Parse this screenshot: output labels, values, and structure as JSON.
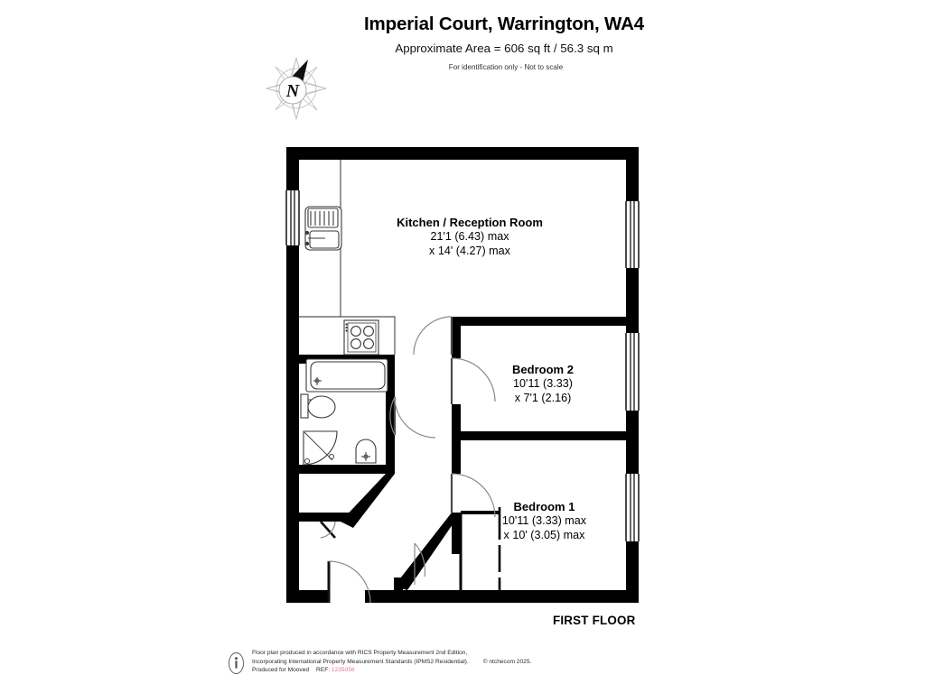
{
  "header": {
    "title": "Imperial Court, Warrington, WA4",
    "area": "Approximate Area = 606 sq ft / 56.3 sq m",
    "disclaimer": "For identification only - Not to scale"
  },
  "compass": {
    "icon": "compass-rose-icon",
    "north_letter": "N"
  },
  "floor": {
    "label": "FIRST FLOOR"
  },
  "rooms": [
    {
      "id": "kitchen",
      "name": "Kitchen / Reception Room",
      "dim_imperial": "21'1 (6.43) max",
      "dim_metric": "x 14' (4.27) max"
    },
    {
      "id": "bedroom2",
      "name": "Bedroom 2",
      "dim_imperial": "10'11 (3.33)",
      "dim_metric": "x 7'1 (2.16)"
    },
    {
      "id": "bedroom1",
      "name": "Bedroom 1",
      "dim_imperial": "10'11 (3.33) max",
      "dim_metric": "x 10' (3.05) max"
    }
  ],
  "fixtures": [
    {
      "id": "kitchen-sink",
      "name": "sink-with-drainer-icon"
    },
    {
      "id": "kitchen-hob",
      "name": "hob-cooker-icon"
    },
    {
      "id": "bath",
      "name": "bathtub-icon"
    },
    {
      "id": "toilet",
      "name": "toilet-icon"
    },
    {
      "id": "shower",
      "name": "shower-quadrant-icon"
    },
    {
      "id": "washbasin",
      "name": "washbasin-icon"
    },
    {
      "id": "wardrobe",
      "name": "built-in-wardrobe-icon"
    }
  ],
  "footer": {
    "line1": "Floor plan produced in accordance with RICS Property Measurement 2nd Edition,",
    "line2": "Incorporating International Property Measurement Standards (IPMS2 Residential).",
    "copyright": "© ntchecom 2025.",
    "line3": "Produced for Mooved",
    "ref_label": "REF:",
    "ref_number": "1235056",
    "badge_icon": "rics-badge-icon"
  },
  "colors": {
    "wall": "#000000",
    "fixture_stroke": "#3a3a3a",
    "door_arc": "#8a8a8a",
    "ref": "#e07a9a",
    "background": "#ffffff"
  }
}
